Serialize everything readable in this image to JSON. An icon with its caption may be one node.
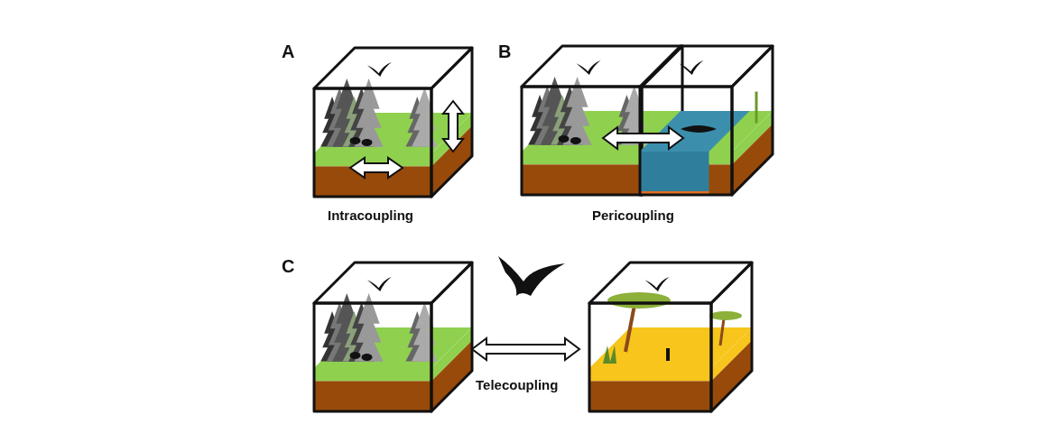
{
  "diagram": {
    "nodes": [
      {
        "text": [],
        "shape": "picture"
      },
      {
        "text": [],
        "shape": "picture"
      },
      {
        "text": [],
        "shape": "picture"
      },
      {
        "text": [],
        "shape": "picture"
      },
      {
        "text": [],
        "shape": "picture"
      }
    ],
    "edges": [
      {
        "from": 1,
        "to": 2,
        "arrow": "both"
      },
      {
        "from": 3,
        "to": 4,
        "arrow": "both"
      }
    ],
    "labels": [
      "A",
      "B",
      "Intracoupling",
      "Pericoupling",
      "C",
      "Telecoupling"
    ]
  }
}
